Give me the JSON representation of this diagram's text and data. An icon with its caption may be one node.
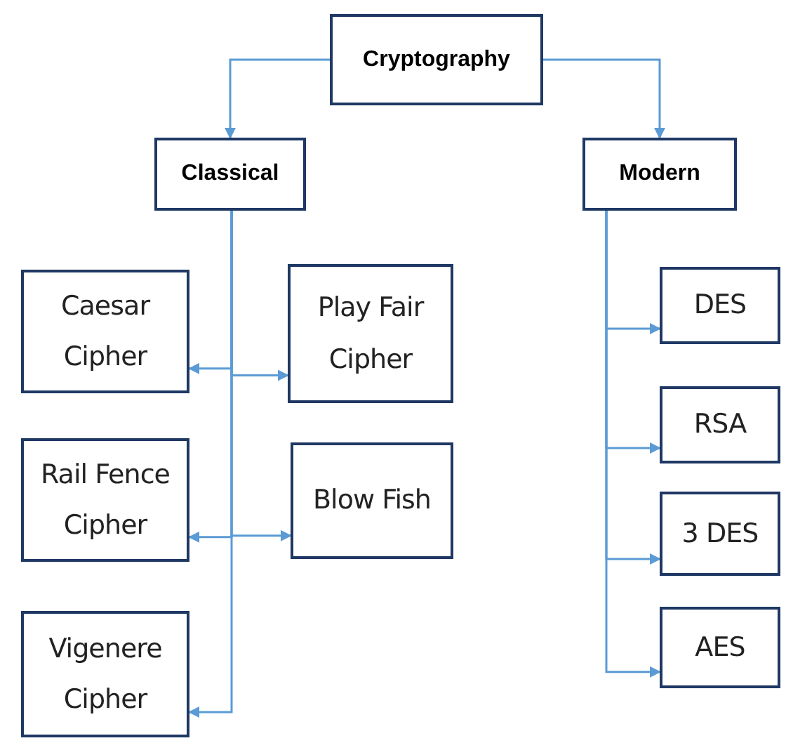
{
  "diagram": {
    "nodes": [
      {
        "text": [
          "Cryptography"
        ]
      },
      {
        "text": [
          "Classical"
        ]
      },
      {
        "text": [
          "Modern"
        ]
      },
      {
        "text": [
          "Caesar Cipher"
        ]
      },
      {
        "text": [
          "Play Fair Cipher"
        ]
      },
      {
        "text": [
          "Rail Fence Cipher"
        ]
      },
      {
        "text": [
          "Blow Fish"
        ]
      },
      {
        "text": [
          "Vigenere Cipher"
        ]
      },
      {
        "text": [
          "DES"
        ]
      },
      {
        "text": [
          "RSA"
        ]
      },
      {
        "text": [
          "3 DES"
        ]
      },
      {
        "text": [
          "AES"
        ]
      }
    ],
    "edges": [
      {
        "from": 0,
        "to": 1,
        "arrow": "to"
      },
      {
        "from": 0,
        "to": 2,
        "arrow": "to"
      },
      {
        "from": 1,
        "to": 3,
        "arrow": "to"
      },
      {
        "from": 1,
        "to": 4,
        "arrow": "to"
      },
      {
        "from": 1,
        "to": 5,
        "arrow": "to"
      },
      {
        "from": 1,
        "to": 6,
        "arrow": "to"
      },
      {
        "from": 1,
        "to": 7,
        "arrow": "to"
      },
      {
        "from": 2,
        "to": 8,
        "arrow": "to"
      },
      {
        "from": 2,
        "to": 9,
        "arrow": "to"
      },
      {
        "from": 2,
        "to": 10,
        "arrow": "to"
      },
      {
        "from": 2,
        "to": 11,
        "arrow": "to"
      }
    ]
  }
}
